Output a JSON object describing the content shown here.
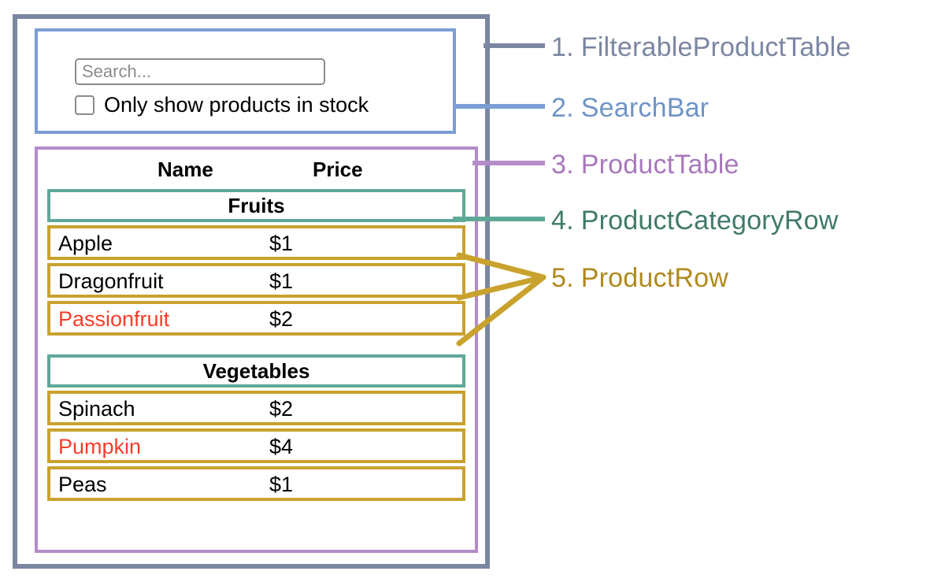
{
  "diagram": {
    "title": "FilterableProductTable component hierarchy",
    "colors": {
      "filterable_product_table": "#7b86a2",
      "search_bar": "#7b9ed4",
      "product_table": "#b48cc8",
      "product_category_row": "#5fa898",
      "product_row": "#c9a22e",
      "out_of_stock_text": "#fa3c28",
      "text": "#000000",
      "placeholder": "#8c8c8c"
    }
  },
  "search_bar": {
    "input": {
      "placeholder": "Search...",
      "value": ""
    },
    "checkbox": {
      "label": "Only show products in stock",
      "checked": false
    }
  },
  "product_table": {
    "columns": [
      "Name",
      "Price"
    ],
    "sections": [
      {
        "category": "Fruits",
        "rows": [
          {
            "name": "Apple",
            "price": "$1",
            "in_stock": true
          },
          {
            "name": "Dragonfruit",
            "price": "$1",
            "in_stock": true
          },
          {
            "name": "Passionfruit",
            "price": "$2",
            "in_stock": false
          }
        ]
      },
      {
        "category": "Vegetables",
        "rows": [
          {
            "name": "Spinach",
            "price": "$2",
            "in_stock": true
          },
          {
            "name": "Pumpkin",
            "price": "$4",
            "in_stock": false
          },
          {
            "name": "Peas",
            "price": "$1",
            "in_stock": true
          }
        ]
      }
    ]
  },
  "annotations": [
    {
      "number": "1.",
      "label": "FilterableProductTable",
      "color": "#7b86a2"
    },
    {
      "number": "2.",
      "label": "SearchBar",
      "color": "#7b9ed4"
    },
    {
      "number": "3.",
      "label": "ProductTable",
      "color": "#b48cc8"
    },
    {
      "number": "4.",
      "label": "ProductCategoryRow",
      "color": "#5fa898"
    },
    {
      "number": "5.",
      "label": "ProductRow",
      "color": "#c9a22e"
    }
  ]
}
